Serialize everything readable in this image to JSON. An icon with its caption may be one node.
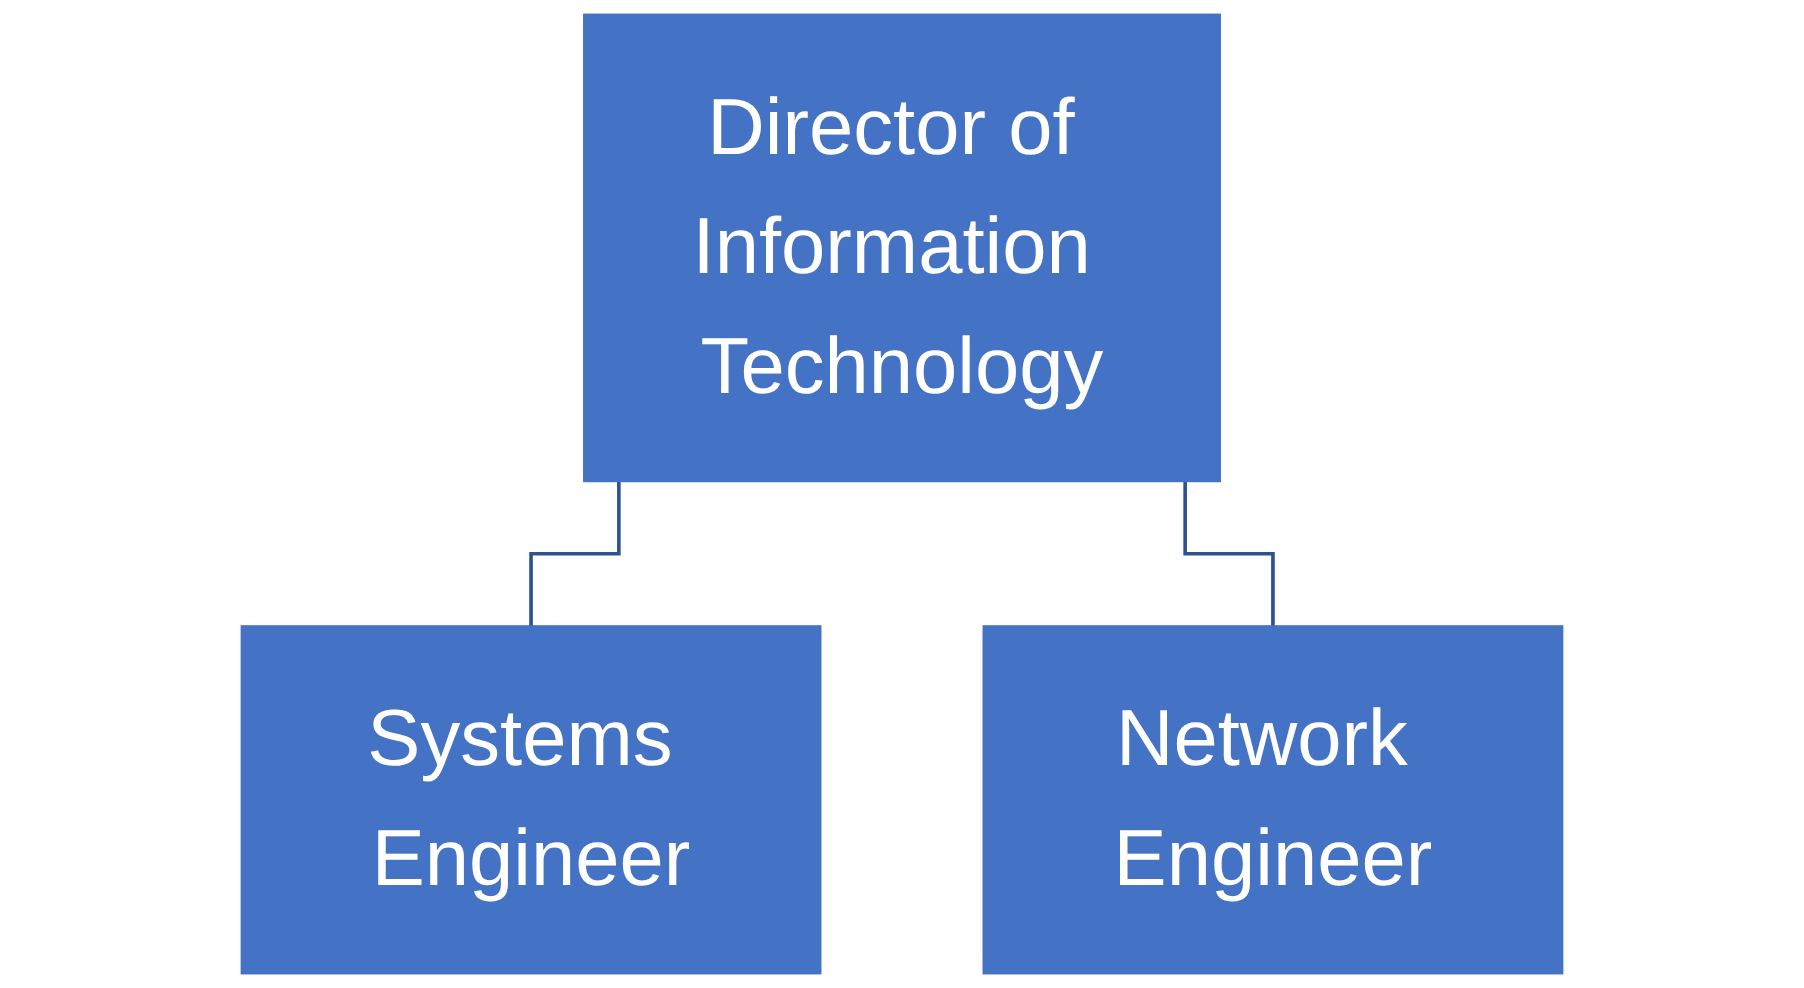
{
  "diagram": {
    "nodes": [
      {
        "text": [
          "Director of Information Technology"
        ]
      },
      {
        "text": [
          "Systems Engineer"
        ]
      },
      {
        "text": [
          "Network Engineer"
        ]
      }
    ],
    "edges": [
      {
        "from": 0,
        "to": 1,
        "arrow": "none"
      },
      {
        "from": 0,
        "to": 2,
        "arrow": "none"
      }
    ]
  }
}
